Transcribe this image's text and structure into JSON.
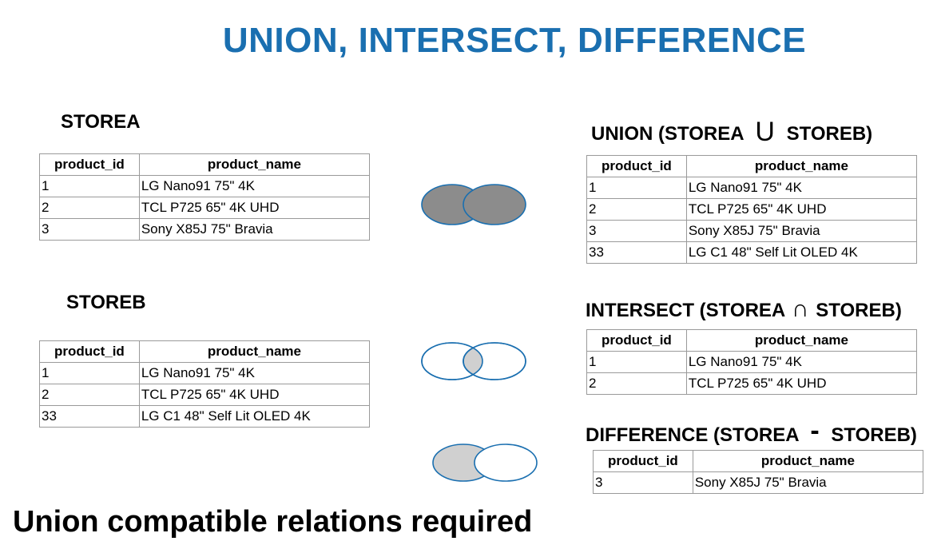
{
  "title": "UNION, INTERSECT, DIFFERENCE",
  "footer": "Union compatible relations required",
  "columns": [
    "product_id",
    "product_name"
  ],
  "storea": {
    "label": "STOREA",
    "rows": [
      [
        "1",
        "LG Nano91 75\" 4K"
      ],
      [
        "2",
        "TCL P725 65\" 4K UHD"
      ],
      [
        "3",
        "Sony X85J 75\" Bravia"
      ]
    ]
  },
  "storeb": {
    "label": "STOREB",
    "rows": [
      [
        "1",
        "LG Nano91 75\" 4K"
      ],
      [
        "2",
        "TCL P725 65\" 4K UHD"
      ],
      [
        "33",
        "LG C1 48\" Self Lit OLED 4K"
      ]
    ]
  },
  "union": {
    "label_prefix": "UNION (STOREA",
    "symbol": "U",
    "label_suffix": "STOREB)",
    "rows": [
      [
        "1",
        "LG Nano91 75\" 4K"
      ],
      [
        "2",
        "TCL P725 65\" 4K UHD"
      ],
      [
        "3",
        "Sony X85J 75\" Bravia"
      ],
      [
        "33",
        "LG C1 48\" Self Lit OLED 4K"
      ]
    ]
  },
  "intersect": {
    "label_prefix": "INTERSECT (STOREA",
    "symbol": "∩",
    "label_suffix": "STOREB)",
    "rows": [
      [
        "1",
        "LG Nano91 75\" 4K"
      ],
      [
        "2",
        "TCL P725 65\" 4K UHD"
      ]
    ]
  },
  "difference": {
    "label_prefix": "DIFFERENCE (STOREA",
    "symbol": "-",
    "label_suffix": "STOREB)",
    "rows": [
      [
        "3",
        "Sony X85J 75\" Bravia"
      ]
    ]
  },
  "colors": {
    "title": "#1a6fb0",
    "venn_stroke": "#1a6fb0",
    "union_fill": "#8c8c8c",
    "intersect_fill": "#d0d0d0",
    "difference_fill": "#d0d0d0"
  }
}
